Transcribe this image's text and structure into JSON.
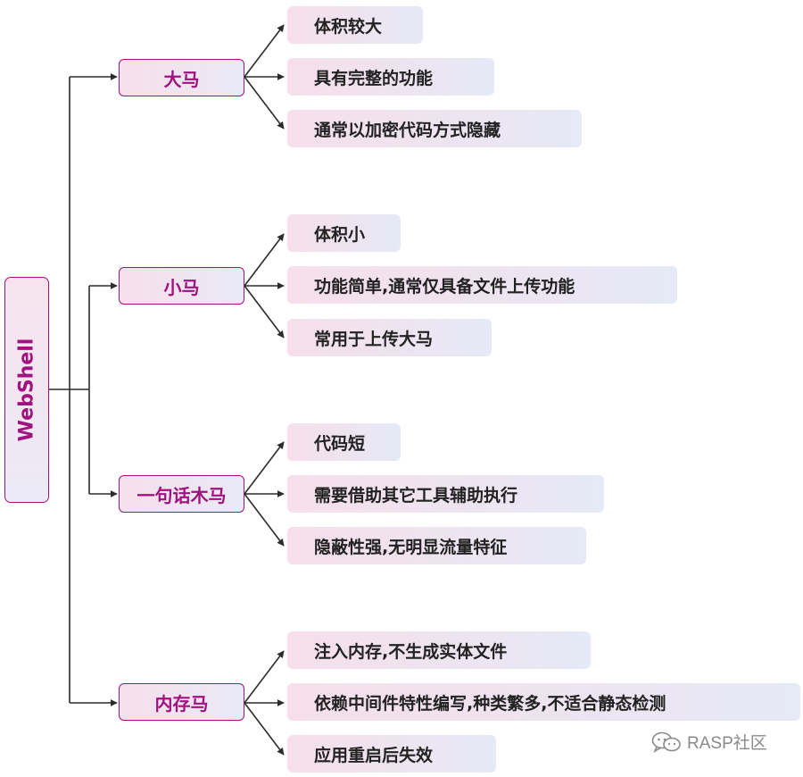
{
  "root": {
    "label": "WebShell"
  },
  "branches": [
    {
      "label": "大马",
      "items": [
        "体积较大",
        "具有完整的功能",
        "通常以加密代码方式隐藏"
      ]
    },
    {
      "label": "小马",
      "items": [
        "体积小",
        "功能简单,通常仅具备文件上传功能",
        "常用于上传大马"
      ]
    },
    {
      "label": "一句话木马",
      "items": [
        "代码短",
        "需要借助其它工具辅助执行",
        "隐蔽性强,无明显流量特征"
      ]
    },
    {
      "label": "内存马",
      "items": [
        "注入内存,不生成实体文件",
        "依赖中间件特性编写,种类繁多,不适合静态检测",
        "应用重启后失效"
      ]
    }
  ],
  "watermark": {
    "text": "RASP社区",
    "icon": "wechat-icon"
  },
  "colors": {
    "accent": "#a0127f",
    "connector": "#2b2b2b"
  }
}
